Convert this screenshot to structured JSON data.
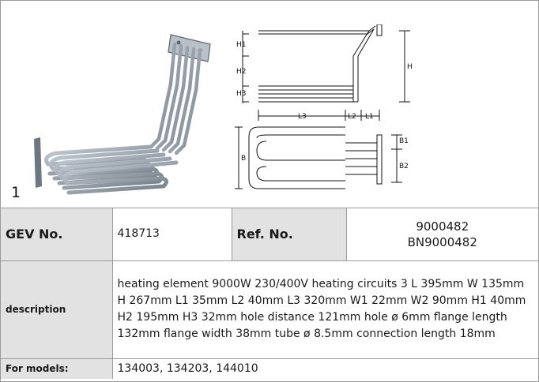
{
  "figure": {
    "number": "1",
    "product_image": "heating-element-photo",
    "dimension_labels": {
      "h1": "H1",
      "h2": "H2",
      "h3": "H3",
      "h": "H",
      "l3": "L3",
      "l2": "L2",
      "l1": "L1",
      "b": "B",
      "b1": "B1",
      "b2": "B2"
    }
  },
  "table": {
    "gev_label": "GEV No.",
    "gev_value": "418713",
    "ref_label": "Ref. No.",
    "ref_values": [
      "9000482",
      "BN9000482"
    ],
    "description_label": "description",
    "description_value": "heating element  9000W 230/400V heating circuits 3 L 395mm W 135mm H 267mm L1 35mm L2 40mm L3 320mm W1 22mm W2 90mm H1 40mm H2 195mm H3 32mm hole distance 121mm hole ø 6mm flange length 132mm flange width 38mm tube ø 8.5mm connection length 18mm",
    "models_label": "For models:",
    "models_value": "134003, 134203, 144010"
  },
  "colors": {
    "label_bg": "#e2e2e2",
    "border": "#9a9a9a",
    "metal": "#8f9aa6"
  }
}
